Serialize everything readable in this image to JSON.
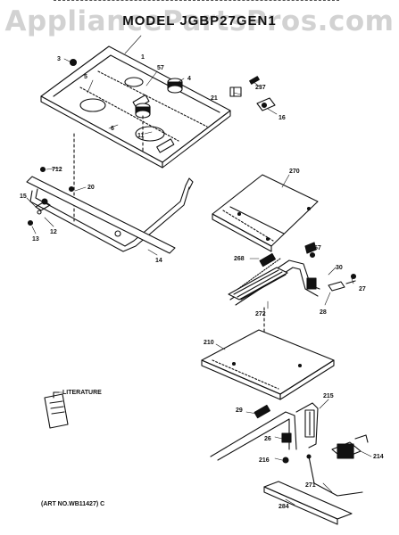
{
  "watermark": "AppliancePartsPros.com",
  "model_title": "MODEL JGBP27GEN1",
  "art_number": "(ART NO.WB11427) C",
  "literature_label": "LITERATURE",
  "part_labels": {
    "p1": "1",
    "p3": "3",
    "p4": "4",
    "p5": "5",
    "p6": "6",
    "p57a": "57",
    "p11": "11",
    "p21": "21",
    "p237": "237",
    "p16": "16",
    "p712": "712",
    "p20": "20",
    "p15": "15",
    "p12": "12",
    "p13": "13",
    "p14": "14",
    "p270": "270",
    "p57b": "57",
    "p268": "268",
    "p30": "30",
    "p27": "27",
    "p28": "28",
    "p272": "272",
    "p210": "210",
    "p29": "29",
    "p215": "215",
    "p26": "26",
    "p216": "216",
    "p214": "214",
    "p271": "271",
    "p284": "284"
  },
  "colors": {
    "ink": "#111111",
    "watermark": "#d2d2d2",
    "background": "#ffffff"
  }
}
